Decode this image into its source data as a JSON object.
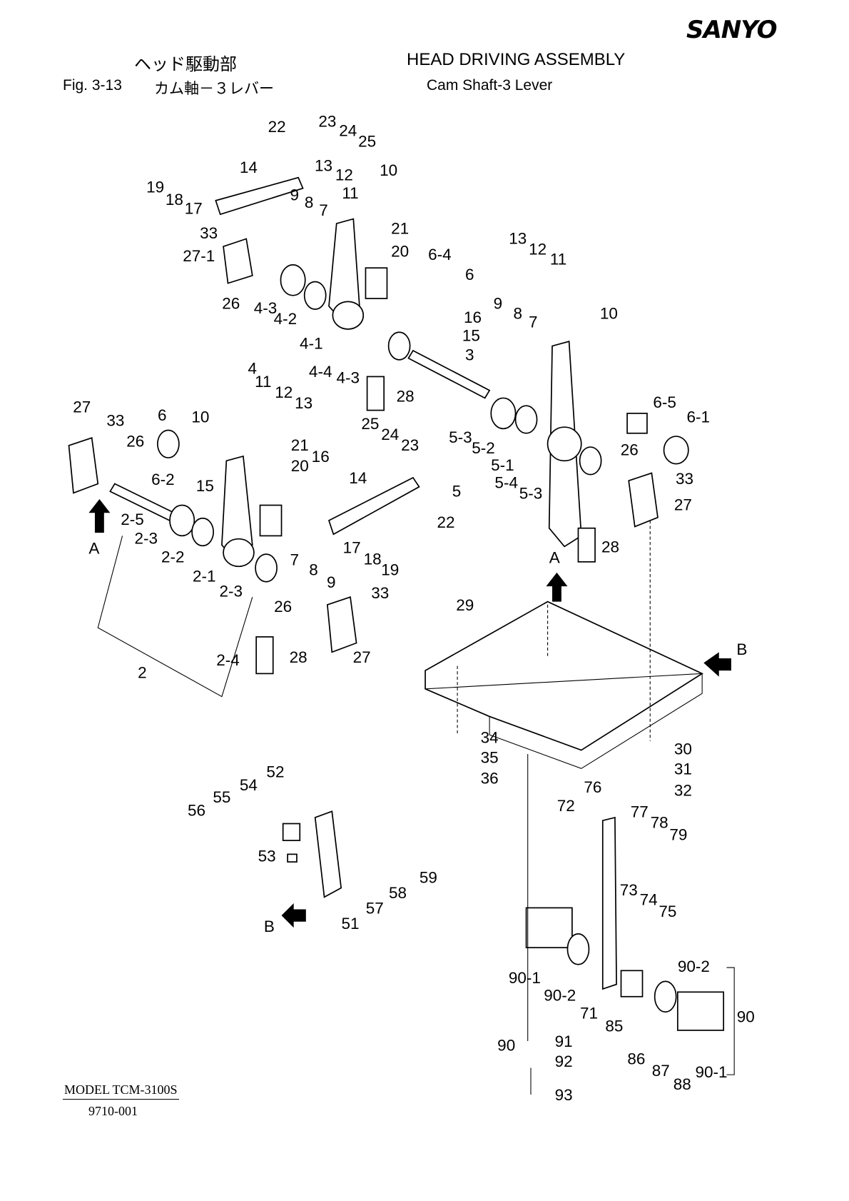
{
  "header": {
    "logo": "SANYO",
    "title_jp": "ヘッド駆動部",
    "title_en": "HEAD DRIVING ASSEMBLY",
    "fig_number": "Fig.  3-13",
    "subtitle_jp": "カム軸－３レバー",
    "subtitle_en": "Cam Shaft-3 Lever"
  },
  "footer": {
    "model": "MODEL TCM-3100S",
    "code": "9710-001"
  },
  "part_labels": [
    "22",
    "23",
    "24",
    "25",
    "14",
    "13",
    "12",
    "10",
    "19",
    "18",
    "17",
    "11",
    "9",
    "8",
    "7",
    "21",
    "33",
    "20",
    "27-1",
    "6-4",
    "13",
    "12",
    "11",
    "6",
    "9",
    "8",
    "7",
    "10",
    "26",
    "4-3",
    "4-2",
    "16",
    "15",
    "4-1",
    "3",
    "4",
    "4-4",
    "4-3",
    "28",
    "11",
    "12",
    "13",
    "27",
    "33",
    "6",
    "10",
    "26",
    "21",
    "20",
    "16",
    "25",
    "24",
    "23",
    "6-5",
    "6-1",
    "5-3",
    "5-2",
    "26",
    "33",
    "5-1",
    "5-4",
    "5-3",
    "5",
    "14",
    "6-2",
    "15",
    "27",
    "22",
    "2-5",
    "2-3",
    "17",
    "18",
    "19",
    "2-2",
    "7",
    "8",
    "9",
    "2-1",
    "A",
    "2-3",
    "33",
    "28",
    "A",
    "26",
    "29",
    "2",
    "2-4",
    "28",
    "27",
    "B",
    "34",
    "35",
    "36",
    "30",
    "31",
    "32",
    "52",
    "54",
    "55",
    "56",
    "76",
    "72",
    "77",
    "78",
    "79",
    "53",
    "59",
    "58",
    "57",
    "73",
    "74",
    "75",
    "B",
    "51",
    "90-2",
    "90-1",
    "90-2",
    "90",
    "71",
    "85",
    "91",
    "90",
    "92",
    "86",
    "87",
    "88",
    "90-1",
    "93"
  ]
}
